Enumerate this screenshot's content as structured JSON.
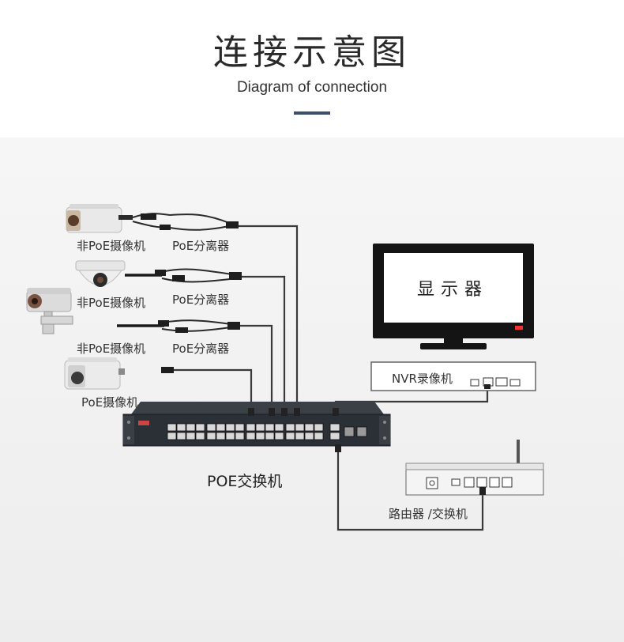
{
  "header": {
    "title": "连接示意图",
    "subtitle": "Diagram of connection"
  },
  "devices": {
    "camera1_label": "非PoE摄像机",
    "splitter1_label": "PoE分离器",
    "camera2_label": "非PoE摄像机",
    "splitter2_label": "PoE分离器",
    "camera3_label": "非PoE摄像机",
    "splitter3_label": "PoE分离器",
    "camera4_label": "PoE摄像机",
    "switch_label": "POE交换机",
    "monitor_label": "显示器",
    "nvr_label": "NVR录像机",
    "router_label": "路由器 /交换机"
  },
  "colors": {
    "accent": "#3e4f6e",
    "cable": "#3a3a3a",
    "switch_body": "#2b2f36"
  }
}
